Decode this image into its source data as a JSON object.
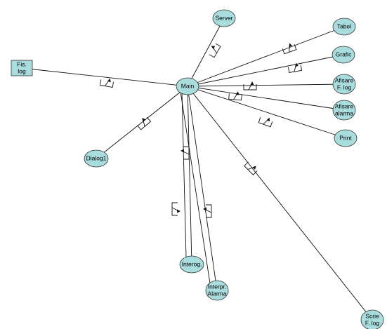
{
  "diagram": {
    "nodes": [
      {
        "id": "main",
        "label": "Main",
        "shape": "ellipse"
      },
      {
        "id": "server",
        "label": "Server",
        "shape": "ellipse"
      },
      {
        "id": "tabel",
        "label": "Tabel",
        "shape": "ellipse"
      },
      {
        "id": "grafic",
        "label": "Grafic",
        "shape": "ellipse"
      },
      {
        "id": "afisare_flog",
        "label": "Afisare\nF. log",
        "shape": "ellipse"
      },
      {
        "id": "afisare_alarma",
        "label": "Afisare\nalarma",
        "shape": "ellipse"
      },
      {
        "id": "print",
        "label": "Print",
        "shape": "ellipse"
      },
      {
        "id": "fis_log",
        "label": "Fis.\nlog",
        "shape": "rect"
      },
      {
        "id": "dialog1",
        "label": "Dialog1",
        "shape": "ellipse"
      },
      {
        "id": "interog",
        "label": "Interog.",
        "shape": "ellipse"
      },
      {
        "id": "interpr_alarma",
        "label": "Interpr.\nAlarma",
        "shape": "ellipse"
      },
      {
        "id": "scrie_flog",
        "label": "Scrie\nF. log",
        "shape": "ellipse"
      }
    ],
    "edges": [
      {
        "from": "main",
        "to": "server"
      },
      {
        "from": "main",
        "to": "tabel"
      },
      {
        "from": "main",
        "to": "grafic"
      },
      {
        "from": "main",
        "to": "afisare_flog"
      },
      {
        "from": "main",
        "to": "afisare_alarma"
      },
      {
        "from": "main",
        "to": "print"
      },
      {
        "from": "fis_log",
        "to": "main"
      },
      {
        "from": "main",
        "to": "dialog1"
      },
      {
        "from": "main",
        "to": "interog"
      },
      {
        "from": "main",
        "to": "interpr_alarma"
      },
      {
        "from": "main",
        "to": "scrie_flog"
      }
    ],
    "colors": {
      "node_fill": "#a9dcdc",
      "node_stroke": "#333333",
      "edge": "#111111"
    }
  }
}
